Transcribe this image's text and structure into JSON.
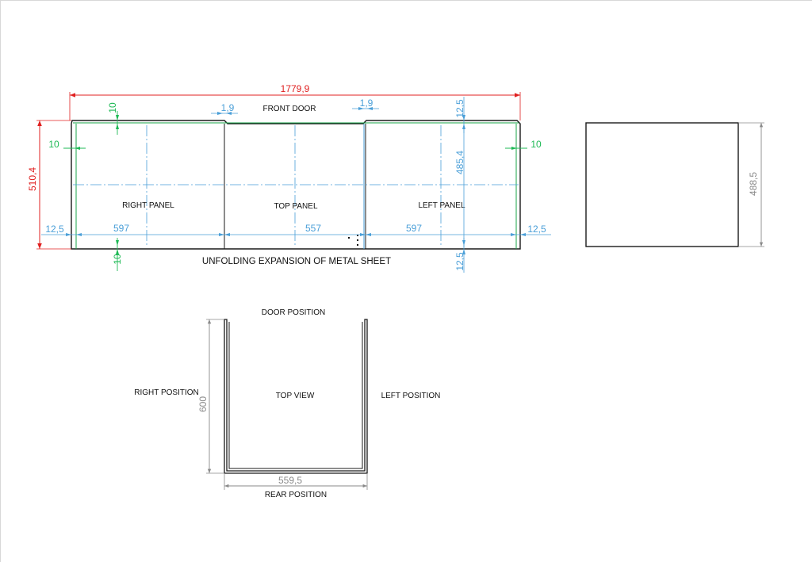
{
  "colors": {
    "outline": "#1a1a1a",
    "dim_red": "#e02020",
    "dim_blue": "#4a9fd8",
    "dim_green": "#1db954",
    "dim_grey": "#8a8a8a",
    "fold_green": "#1aa64a"
  },
  "unfolding": {
    "title": "UNFOLDING EXPANSION OF METAL SHEET",
    "front_door": "FRONT DOOR",
    "right_panel": "RIGHT PANEL",
    "top_panel": "TOP PANEL",
    "left_panel": "LEFT PANEL",
    "dims": {
      "overall_width": "1779,9",
      "overall_height": "510,4",
      "gap_left": "1,9",
      "gap_right": "1,9",
      "flange_top": "10",
      "flange_bottom": "10",
      "flange_left": "10",
      "flange_right": "10",
      "edge_top": "12,5",
      "edge_bottom": "12,5",
      "panel_height": "485,4",
      "edge_left": "12,5",
      "edge_right": "12,5",
      "right_panel_width": "597",
      "top_panel_width": "557",
      "left_panel_width": "597"
    }
  },
  "side_view": {
    "height": "488,5"
  },
  "top_view": {
    "title": "TOP VIEW",
    "door_position": "DOOR POSITION",
    "rear_position": "REAR POSITION",
    "right_position": "RIGHT POSITION",
    "left_position": "LEFT POSITION",
    "depth": "600",
    "width": "559,5"
  }
}
